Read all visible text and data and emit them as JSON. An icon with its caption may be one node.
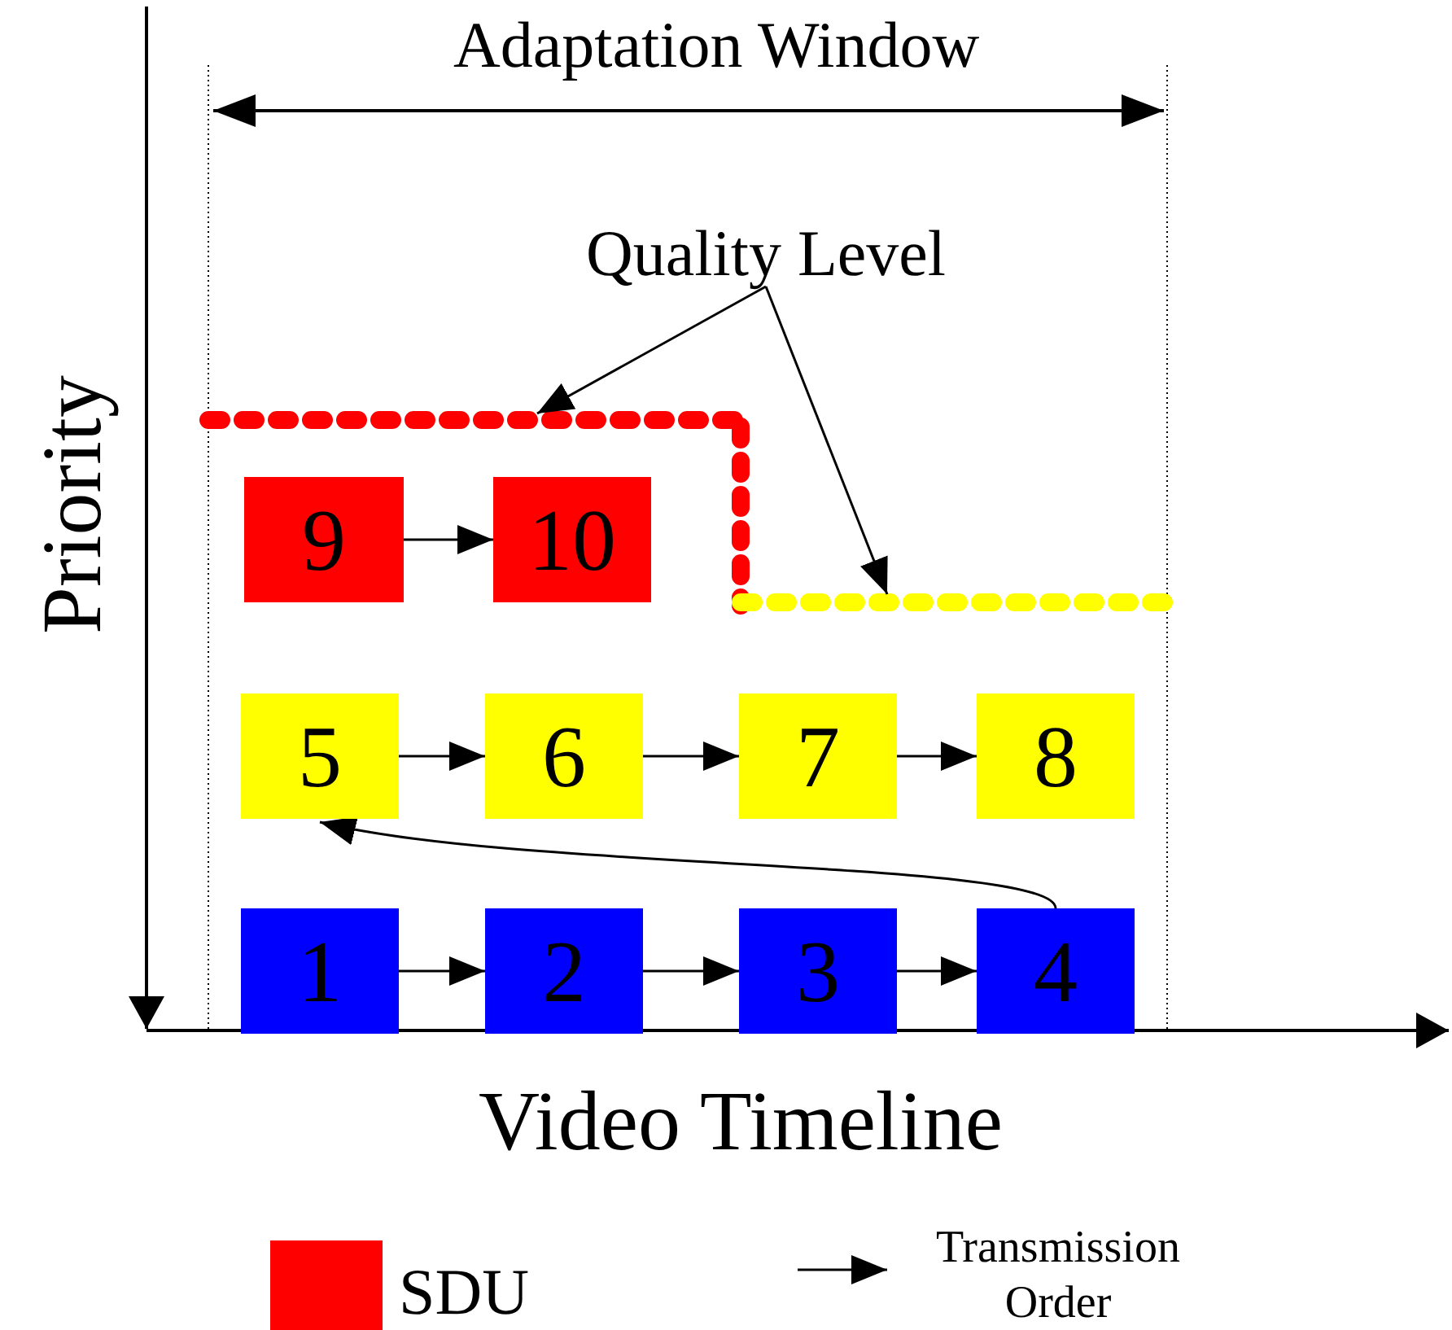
{
  "diagram": {
    "nodes": [
      {
        "text": [
          "9"
        ]
      },
      {
        "text": [
          "10"
        ]
      },
      {
        "text": [
          "5"
        ]
      },
      {
        "text": [
          "6"
        ]
      },
      {
        "text": [
          "7"
        ]
      },
      {
        "text": [
          "8"
        ]
      },
      {
        "text": [
          "1"
        ]
      },
      {
        "text": [
          "2"
        ]
      },
      {
        "text": [
          "3"
        ]
      },
      {
        "text": [
          "4"
        ]
      },
      {
        "text": [
          "Quality Level"
        ]
      },
      {
        "text": [],
        "shape": "line"
      },
      {
        "text": [],
        "shape": "line"
      }
    ],
    "edges": [
      {
        "from": 0,
        "to": 1,
        "arrow": "to"
      },
      {
        "from": 2,
        "to": 3,
        "arrow": "to"
      },
      {
        "from": 3,
        "to": 4,
        "arrow": "to"
      },
      {
        "from": 4,
        "to": 5,
        "arrow": "to"
      },
      {
        "from": 6,
        "to": 7,
        "arrow": "to"
      },
      {
        "from": 7,
        "to": 8,
        "arrow": "to"
      },
      {
        "from": 8,
        "to": 9,
        "arrow": "to"
      },
      {
        "from": 9,
        "to": 2,
        "arrow": "to"
      },
      {
        "from": 10,
        "to": 11,
        "arrow": "to"
      },
      {
        "from": 10,
        "to": 12,
        "arrow": "to"
      }
    ],
    "labels": [
      "Adaptation Window",
      "Priority",
      "Video Timeline"
    ],
    "legend": [
      {
        "text": "SDU",
        "color": "#ff0000"
      },
      {
        "text": "Transmission Order"
      }
    ]
  }
}
